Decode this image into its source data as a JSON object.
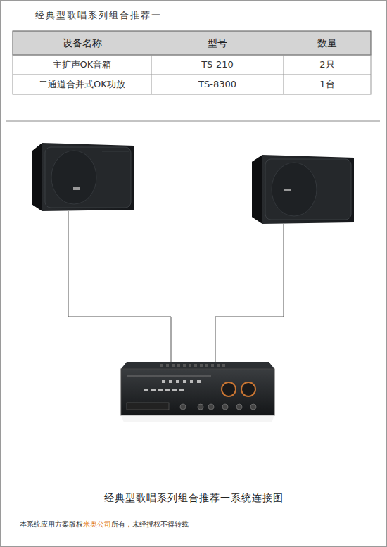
{
  "diagram": {
    "title": "经典型歌唱系列组合推荐一",
    "caption": "经典型歌唱系列组合推荐一系统连接图",
    "labels": [
      "设备名称",
      "型号",
      "数量",
      "主扩声OK音箱",
      "TS-210",
      "2只",
      "二通道合并式OK功放",
      "TS-8300",
      "1台",
      "本系统应用方案版权",
      "米奥公司",
      "所有，未经授权不得转载"
    ]
  }
}
